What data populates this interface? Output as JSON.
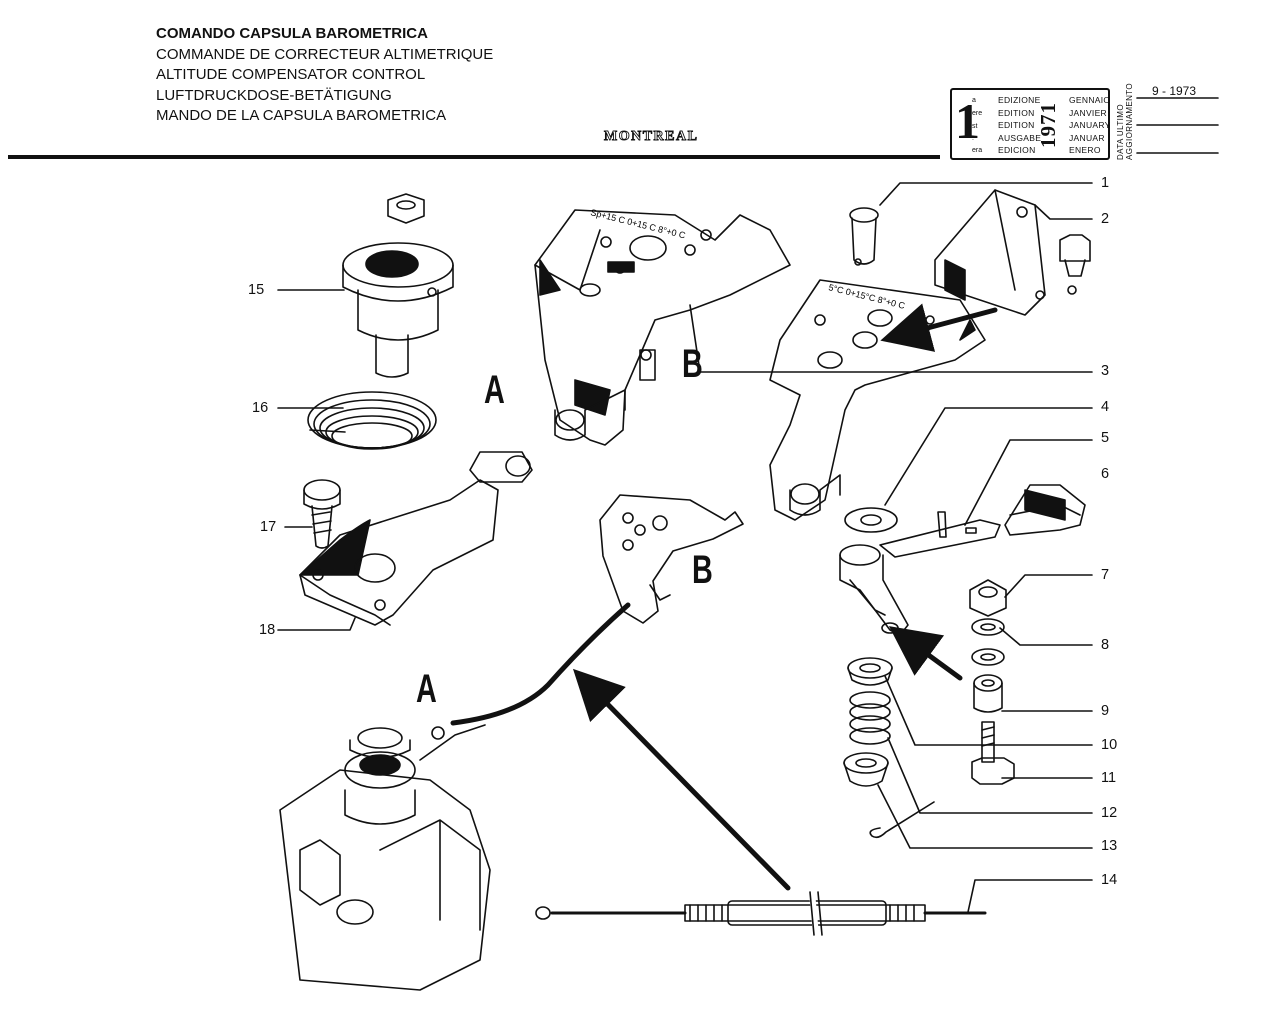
{
  "header": {
    "titles": [
      "COMANDO CAPSULA BAROMETRICA",
      "COMMANDE DE CORRECTEUR ALTIMETRIQUE",
      "ALTITUDE COMPENSATOR CONTROL",
      "LUFTDRUCKDOSE-BETÄTIGUNG",
      "MANDO DE LA CAPSULA BAROMETRICA"
    ],
    "model": "MONTREAL"
  },
  "edition_box": {
    "number": "1",
    "suffixes": [
      "a",
      "ere",
      "st",
      ".",
      "era"
    ],
    "edition_words": [
      "EDIZIONE",
      "EDITION",
      "EDITION",
      "AUSGABE",
      "EDICION"
    ],
    "months": [
      "GENNAIO",
      "JANVIER",
      "JANUARY",
      "JANUAR",
      "ENERO"
    ],
    "year": "1971",
    "update_label_1": "DATA ULTIMO",
    "update_label_2": "AGGIORNAMENTO",
    "update_value": "9 - 1973"
  },
  "diagram": {
    "part_numbers": [
      "1",
      "2",
      "3",
      "4",
      "5",
      "6",
      "7",
      "8",
      "9",
      "10",
      "11",
      "12",
      "13",
      "14",
      "15",
      "16",
      "17",
      "18"
    ],
    "view_labels": [
      "A",
      "B",
      "A",
      "B"
    ],
    "scale_marks": [
      "Sp+15 C 0+15 C 8°+0 C",
      "5°C 0+15°C 8°+0 C"
    ]
  }
}
